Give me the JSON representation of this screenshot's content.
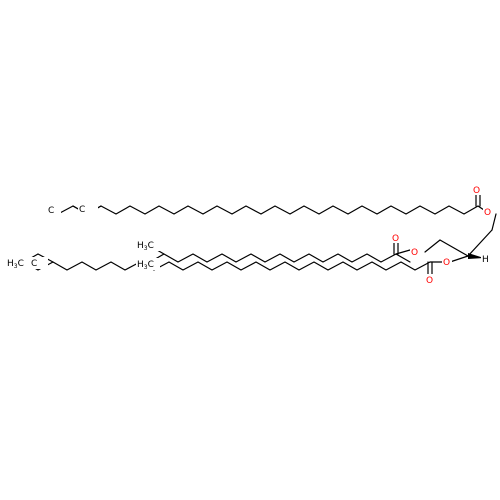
{
  "molecule": {
    "atom_labels": {
      "oxygen": "O",
      "hydrogen": "H",
      "methyl_h": "H",
      "methyl_c": "C",
      "methyl_sub": "3"
    },
    "colors": {
      "bond": "#000000",
      "oxygen": "#ff0000",
      "background": "#ffffff"
    }
  }
}
